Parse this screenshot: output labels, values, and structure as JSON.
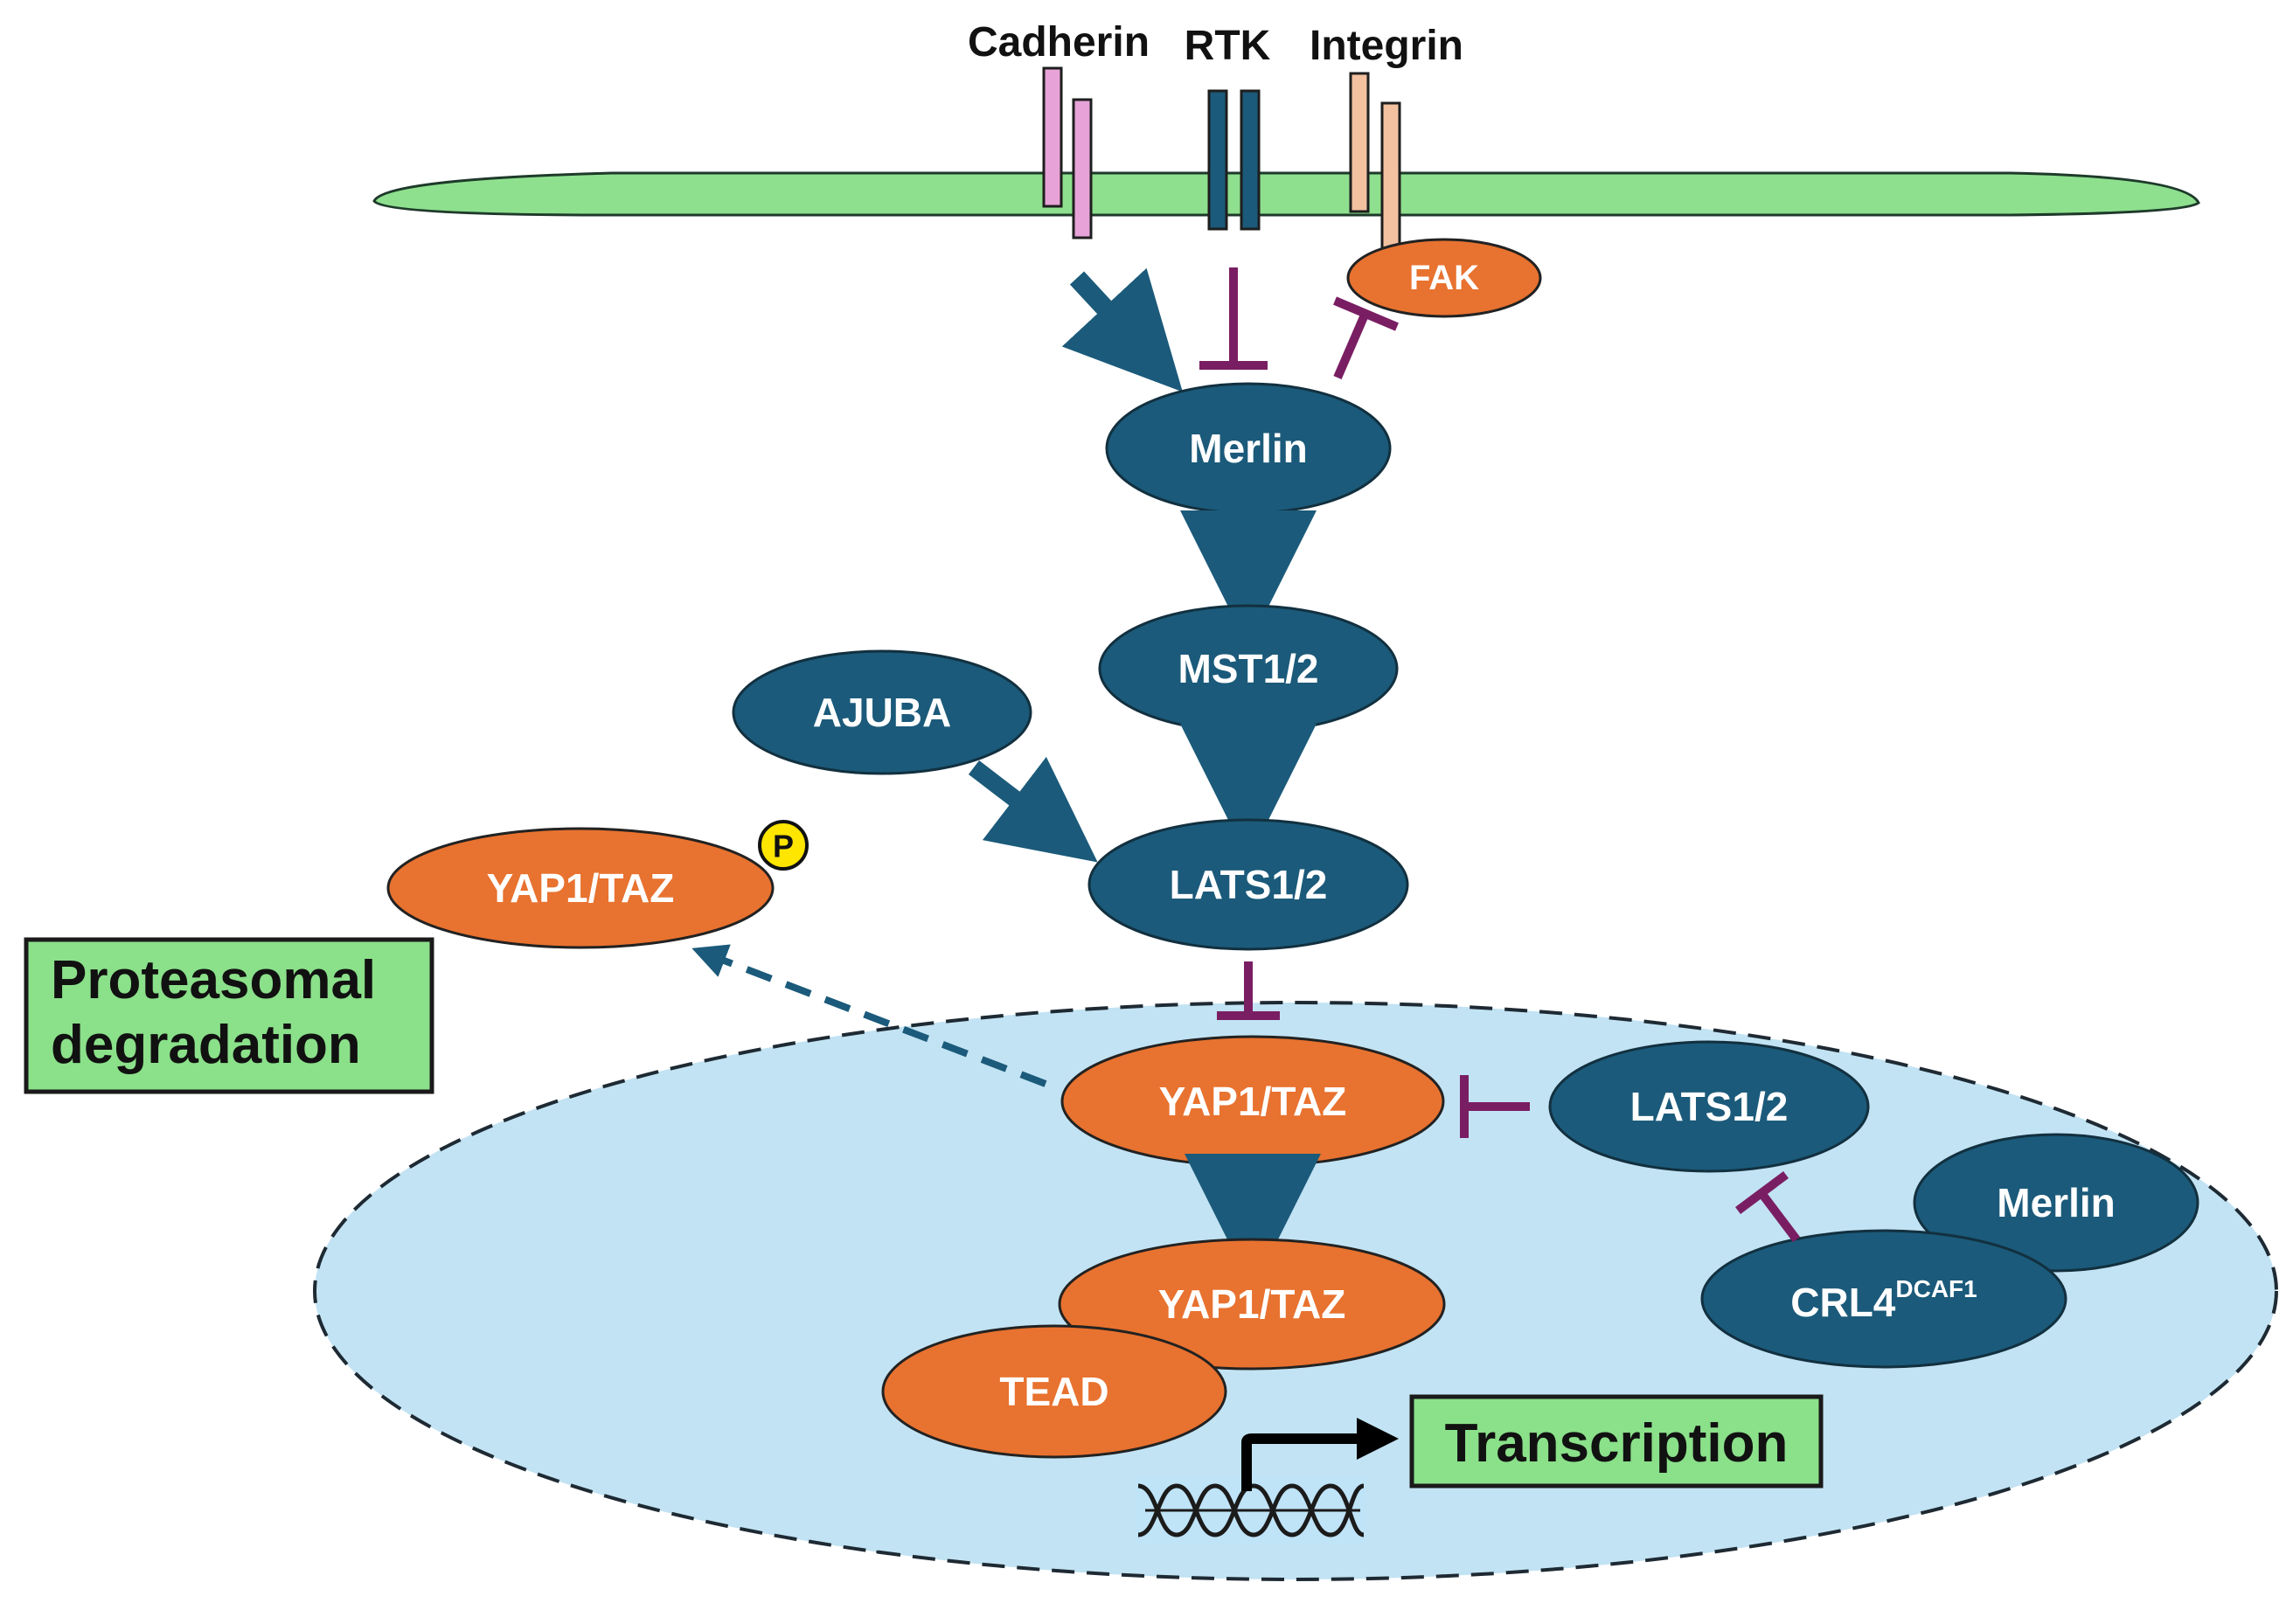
{
  "receptors": {
    "cadherin": "Cadherin",
    "rtk": "RTK",
    "integrin": "Integrin"
  },
  "cytoplasm": {
    "fak": "FAK",
    "merlin": "Merlin",
    "mst": "MST1/2",
    "ajuba": "AJUBA",
    "lats": "LATS1/2",
    "yap_phospho": "YAP1/TAZ",
    "phospho_mark": "P"
  },
  "nucleus": {
    "yap": "YAP1/TAZ",
    "lats": "LATS1/2",
    "merlin": "Merlin",
    "crl4_base": "CRL4",
    "crl4_super": "DCAF1",
    "yap_bound": "YAP1/TAZ",
    "tead": "TEAD"
  },
  "outcomes": {
    "degradation_line1": "Proteasomal",
    "degradation_line2": "degradation",
    "transcription": "Transcription"
  },
  "colors": {
    "navy_node": "#1b5a7a",
    "orange_node": "#e8722f",
    "membrane": "#8ee08e",
    "nucleus_fill": "#c2e3f3",
    "inhibit": "#7a1e63",
    "outcome_box": "#8be08a",
    "cadherin": "#e7a3d8",
    "integrin": "#f3c1a0",
    "phospho": "#ffe600"
  }
}
